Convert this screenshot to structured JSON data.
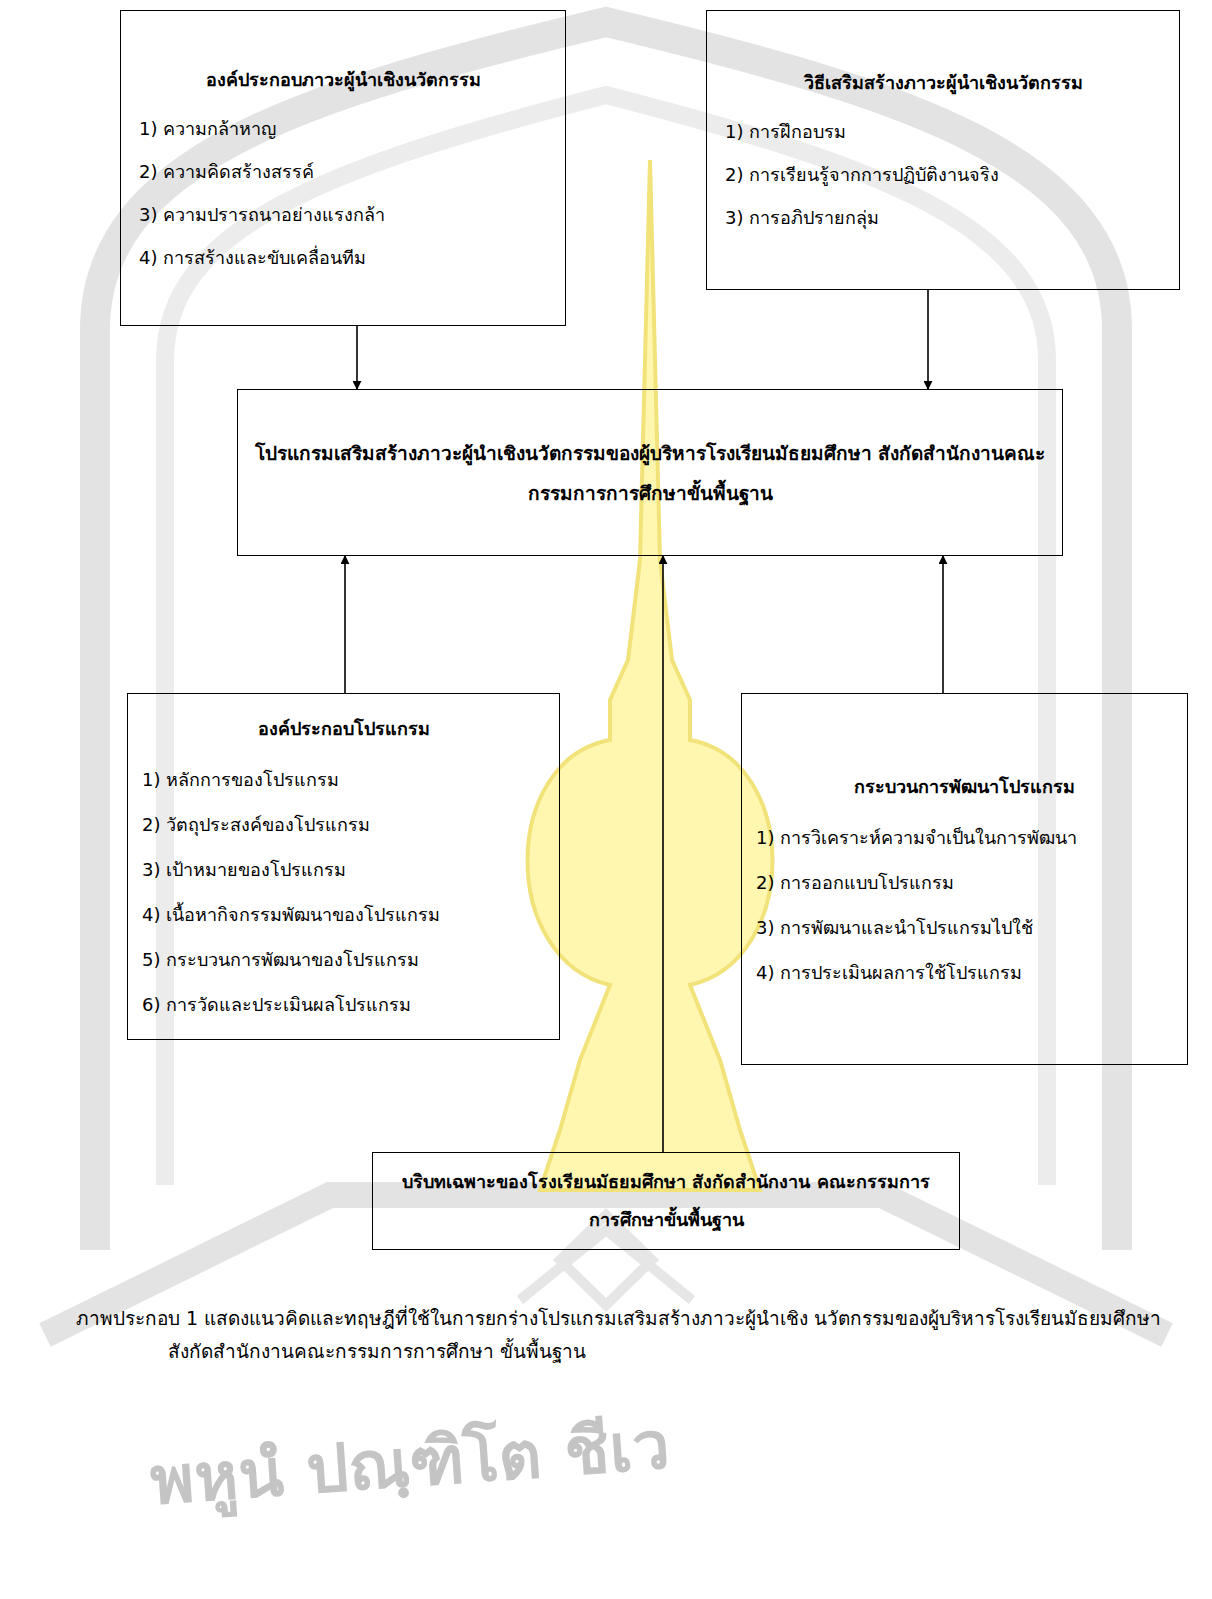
{
  "diagram": {
    "caption": "ภาพประกอบ 1 แสดงแนวคิดและทฤษฎีที่ใช้ในการยกร่างโปรแกรมเสริมสร้างภาวะผู้นำเชิง นวัตกรรมของผู้บริหารโรงเรียนมัธยมศึกษา สังกัดสำนักงานคณะกรรมการการศึกษา ขั้นพื้นฐาน",
    "nodes": [
      {
        "text": [
          "องค์ประกอบภาวะผู้นำเชิงนวัตกรรม",
          "1) ความกล้าหาญ",
          "2) ความคิดสร้างสรรค์",
          "3) ความปรารถนาอย่างแรงกล้า",
          "4) การสร้างและขับเคลื่อนทีม"
        ]
      },
      {
        "text": [
          "วิธีเสริมสร้างภาวะผู้นำเชิงนวัตกรรม",
          "1) การฝึกอบรม",
          "2) การเรียนรู้จากการปฏิบัติงานจริง",
          "3) การอภิปรายกลุ่ม"
        ]
      },
      {
        "text": [
          "โปรแกรมเสริมสร้างภาวะผู้นำเชิงนวัตกรรมของผู้บริหารโรงเรียนมัธยมศึกษา สังกัดสำนักงานคณะกรรมการการศึกษาขั้นพื้นฐาน"
        ]
      },
      {
        "text": [
          "องค์ประกอบโปรแกรม",
          "1) หลักการของโปรแกรม",
          "2) วัตถุประสงค์ของโปรแกรม",
          "3) เป้าหมายของโปรแกรม",
          "4) เนื้อหากิจกรรมพัฒนาของโปรแกรม",
          "5) กระบวนการพัฒนาของโปรแกรม",
          "6) การวัดและประเมินผลโปรแกรม"
        ]
      },
      {
        "text": [
          "กระบวนการพัฒนาโปรแกรม",
          "1) การวิเคราะห์ความจำเป็นในการพัฒนา",
          "2) การออกแบบโปรแกรม",
          "3) การพัฒนาและนำโปรแกรมไปใช้",
          "4) การประเมินผลการใช้โปรแกรม"
        ]
      },
      {
        "text": [
          "บริบทเฉพาะของโรงเรียนมัธยมศึกษา สังกัดสำนักงาน คณะกรรมการการศึกษาขั้นพื้นฐาน"
        ]
      }
    ],
    "edges": [
      {
        "from": 0,
        "to": 2,
        "arrow": "to"
      },
      {
        "from": 1,
        "to": 2,
        "arrow": "to"
      },
      {
        "from": 3,
        "to": 2,
        "arrow": "to"
      },
      {
        "from": 5,
        "to": 2,
        "arrow": "to"
      },
      {
        "from": 4,
        "to": 2,
        "arrow": "to"
      }
    ],
    "labels": [
      "พหูนํ ปณฺฑิโต ชีเว"
    ]
  }
}
